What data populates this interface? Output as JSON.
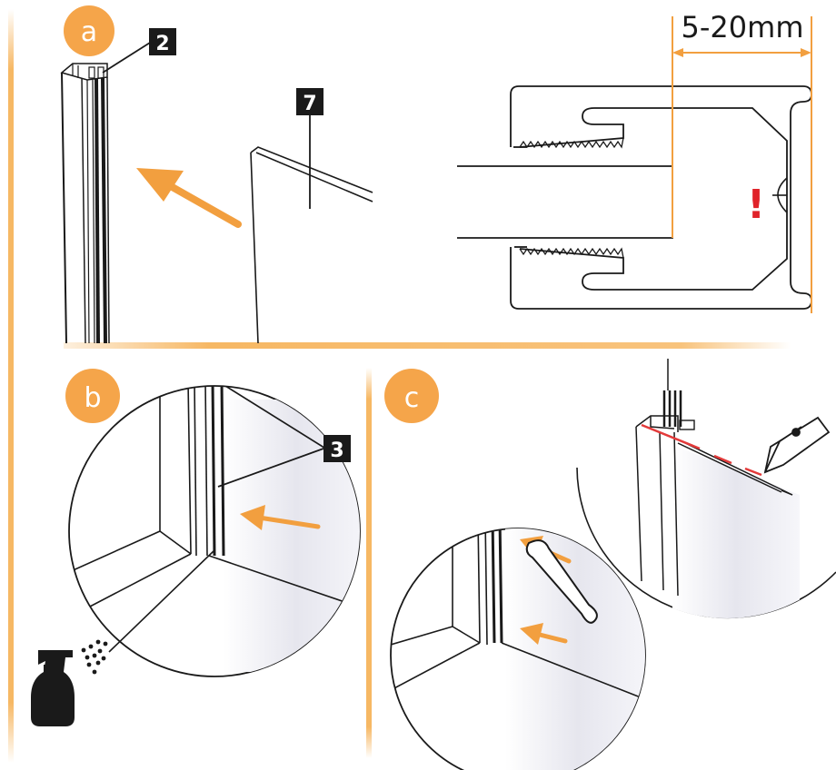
{
  "steps": {
    "a": "a",
    "b": "b",
    "c": "c"
  },
  "part_labels": {
    "seal": "2",
    "glass": "7",
    "strip": "3"
  },
  "dimension": "5-20mm",
  "warning": "!",
  "colors": {
    "accent_orange": "#f29f3f",
    "badge_orange": "#f5a54a",
    "line": "#1a1a1a",
    "warning_red": "#e0232a",
    "cut_line_red": "#e33a3a"
  }
}
